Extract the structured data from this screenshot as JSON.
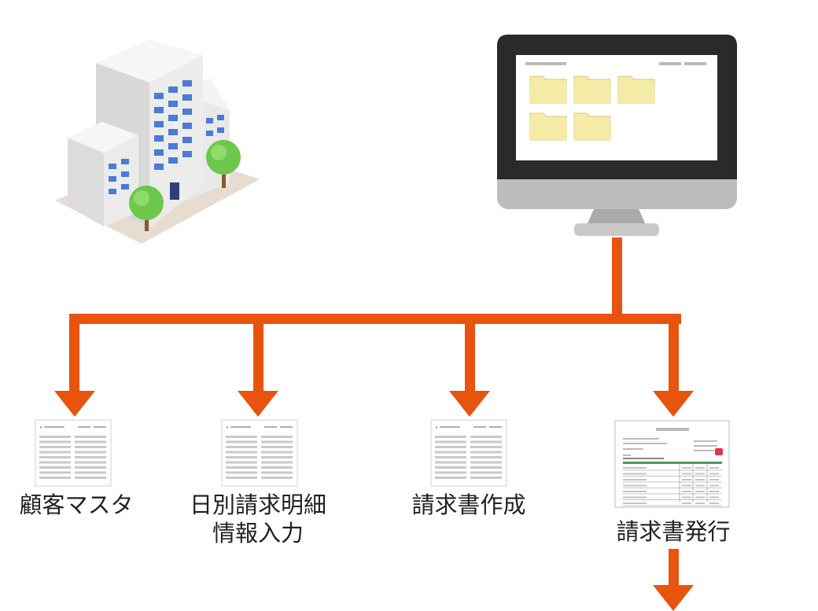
{
  "colors": {
    "connector": "#e8540e",
    "folder": "#f4eba7",
    "folder_edge": "#d9c97a",
    "monitor_bezel": "#2a2a2a",
    "monitor_chin": "#bdbdbd",
    "building_window": "#4b7bd4",
    "tree_green": "#6cc84a",
    "doc_line": "#c9c9c9",
    "invoice_header": "#4a9a5e",
    "invoice_stamp": "#e0344a"
  },
  "nodes": [
    {
      "id": "customer-master",
      "label": "顧客マスタ",
      "doc": "form"
    },
    {
      "id": "daily-detail",
      "label_lines": [
        "日別請求明細",
        "情報入力"
      ],
      "doc": "form"
    },
    {
      "id": "create-invoice",
      "label": "請求書作成",
      "doc": "form"
    },
    {
      "id": "issue-invoice",
      "label": "請求書発行",
      "doc": "invoice"
    }
  ],
  "icons": {
    "building": "office-building-icon",
    "computer": "desktop-computer-icon",
    "folder": "folder-icon",
    "document": "document-icon",
    "invoice": "invoice-icon"
  }
}
